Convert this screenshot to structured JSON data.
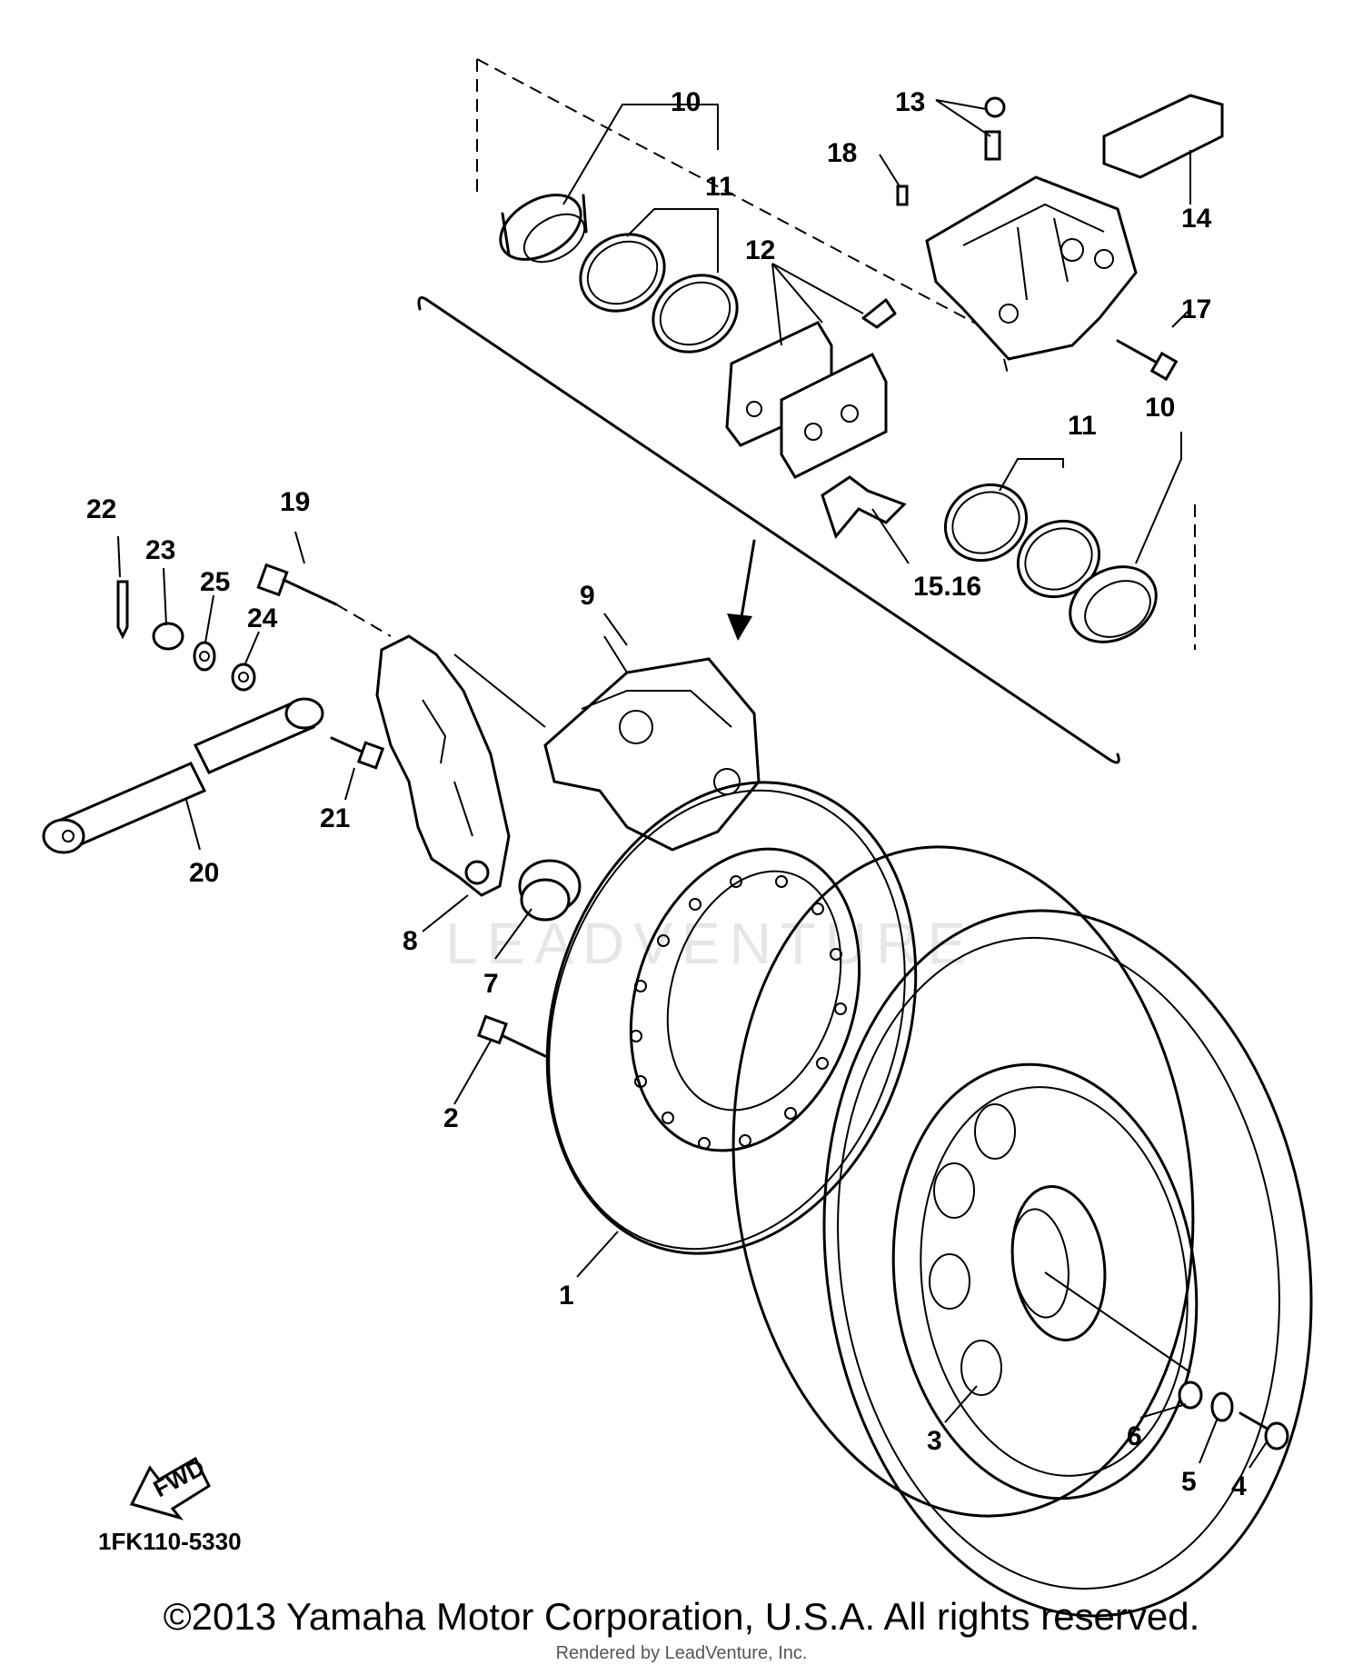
{
  "diagram": {
    "part_labels": {
      "p1": "1",
      "p2": "2",
      "p3": "3",
      "p4": "4",
      "p5": "5",
      "p6": "6",
      "p7": "7",
      "p8": "8",
      "p9": "9",
      "p10a": "10",
      "p10b": "10",
      "p11a": "11",
      "p11b": "11",
      "p12": "12",
      "p13": "13",
      "p14": "14",
      "p15_16": "15.16",
      "p17": "17",
      "p18": "18",
      "p19": "19",
      "p20": "20",
      "p21": "21",
      "p22": "22",
      "p23": "23",
      "p24": "24",
      "p25": "25"
    },
    "fwd_label": "FWD",
    "diagram_code": "1FK110-5330",
    "watermark": "LEADVENTURE"
  },
  "footer": {
    "copyright": "©2013 Yamaha Motor Corporation, U.S.A. All rights reserved.",
    "rendered_by": "Rendered by LeadVenture, Inc."
  }
}
